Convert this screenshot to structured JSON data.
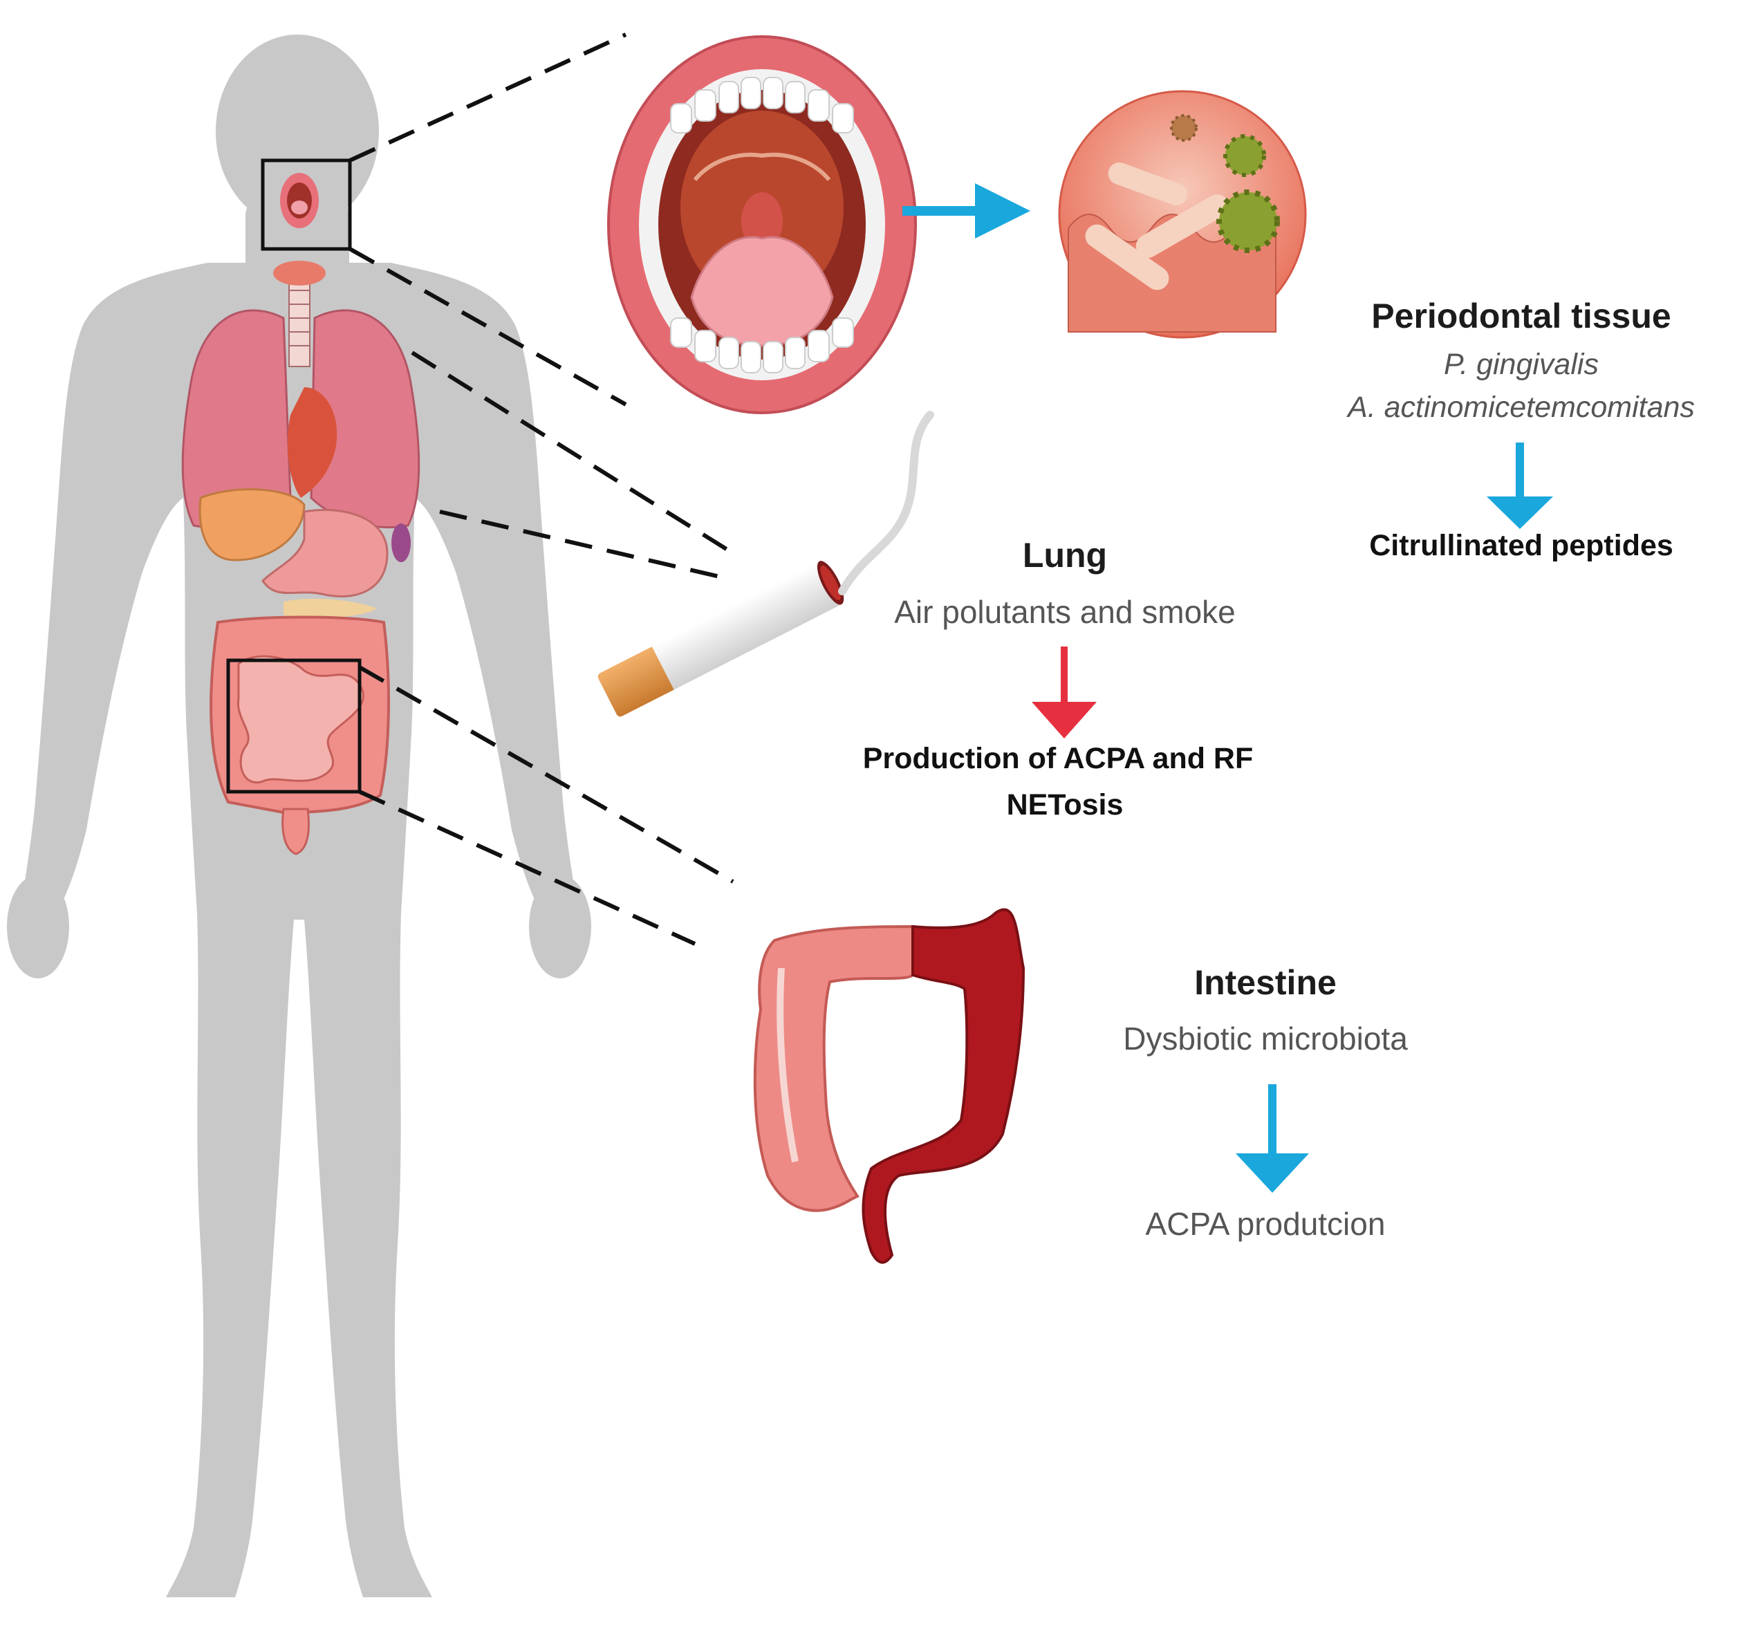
{
  "colors": {
    "body": "#c8c8c8",
    "blue_arrow": "#1aa7dc",
    "red_arrow": "#e63040",
    "dash": "#111111",
    "organ_pink": "#e8707a",
    "colon_dark": "#b01820"
  },
  "periodontal": {
    "title": "Periodontal tissue",
    "bacteria_1": "P. gingivalis",
    "bacteria_2": "A. actinomicetemcomitans",
    "result": "Citrullinated peptides"
  },
  "lung": {
    "title": "Lung",
    "cause": "Air polutants and smoke",
    "result_1": "Production of ACPA and RF",
    "result_2": "NETosis"
  },
  "intestine": {
    "title": "Intestine",
    "cause": "Dysbiotic microbiota",
    "result": "ACPA produtcion"
  },
  "icons": [
    "human-body-silhouette",
    "mouth-icon",
    "oral-bacteria-icon",
    "cigarette-icon",
    "colon-icon"
  ]
}
